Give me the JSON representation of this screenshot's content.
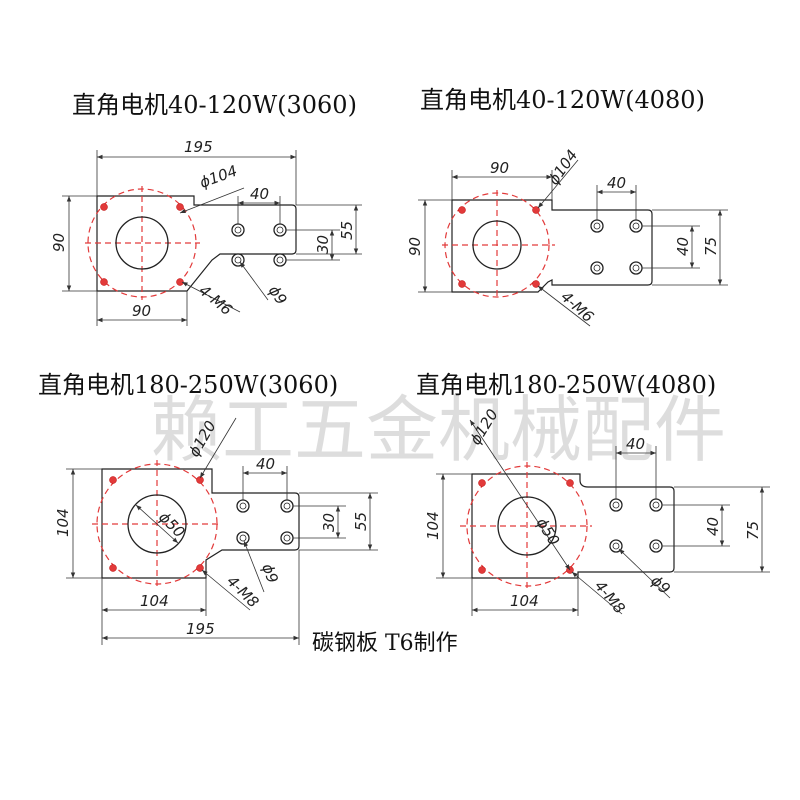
{
  "titles": {
    "tl": "直角电机40-120W(3060)",
    "tr": "直角电机40-120W(4080)",
    "bl": "直角电机180-250W(3060)",
    "br": "直角电机180-250W(4080)"
  },
  "watermark": "赖工五金机械配件",
  "footer": "碳钢板  T6制作",
  "dims": {
    "tl": {
      "overall": "195",
      "circle": "ϕ104",
      "spacing_top": "40",
      "square_h": "90",
      "square_w": "90",
      "hole_v": "30",
      "ext_h": "55",
      "screw": "4-M6",
      "hole": "ϕ9"
    },
    "tr": {
      "square_w": "90",
      "circle": "ϕ104",
      "spacing_top": "40",
      "square_h": "90",
      "hole_v": "40",
      "ext_h": "75",
      "screw": "4-M6"
    },
    "bl": {
      "circle": "ϕ120",
      "bore": "ϕ50",
      "spacing_top": "40",
      "square_h": "104",
      "square_w": "104",
      "overall": "195",
      "hole_v": "30",
      "ext_h": "55",
      "screw": "4-M8",
      "hole": "ϕ9"
    },
    "br": {
      "circle": "ϕ120",
      "bore": "ϕ50",
      "spacing_top": "40",
      "square_h": "104",
      "square_w": "104",
      "hole_v": "40",
      "ext_h": "75",
      "screw": "4-M8",
      "hole": "ϕ9"
    }
  }
}
